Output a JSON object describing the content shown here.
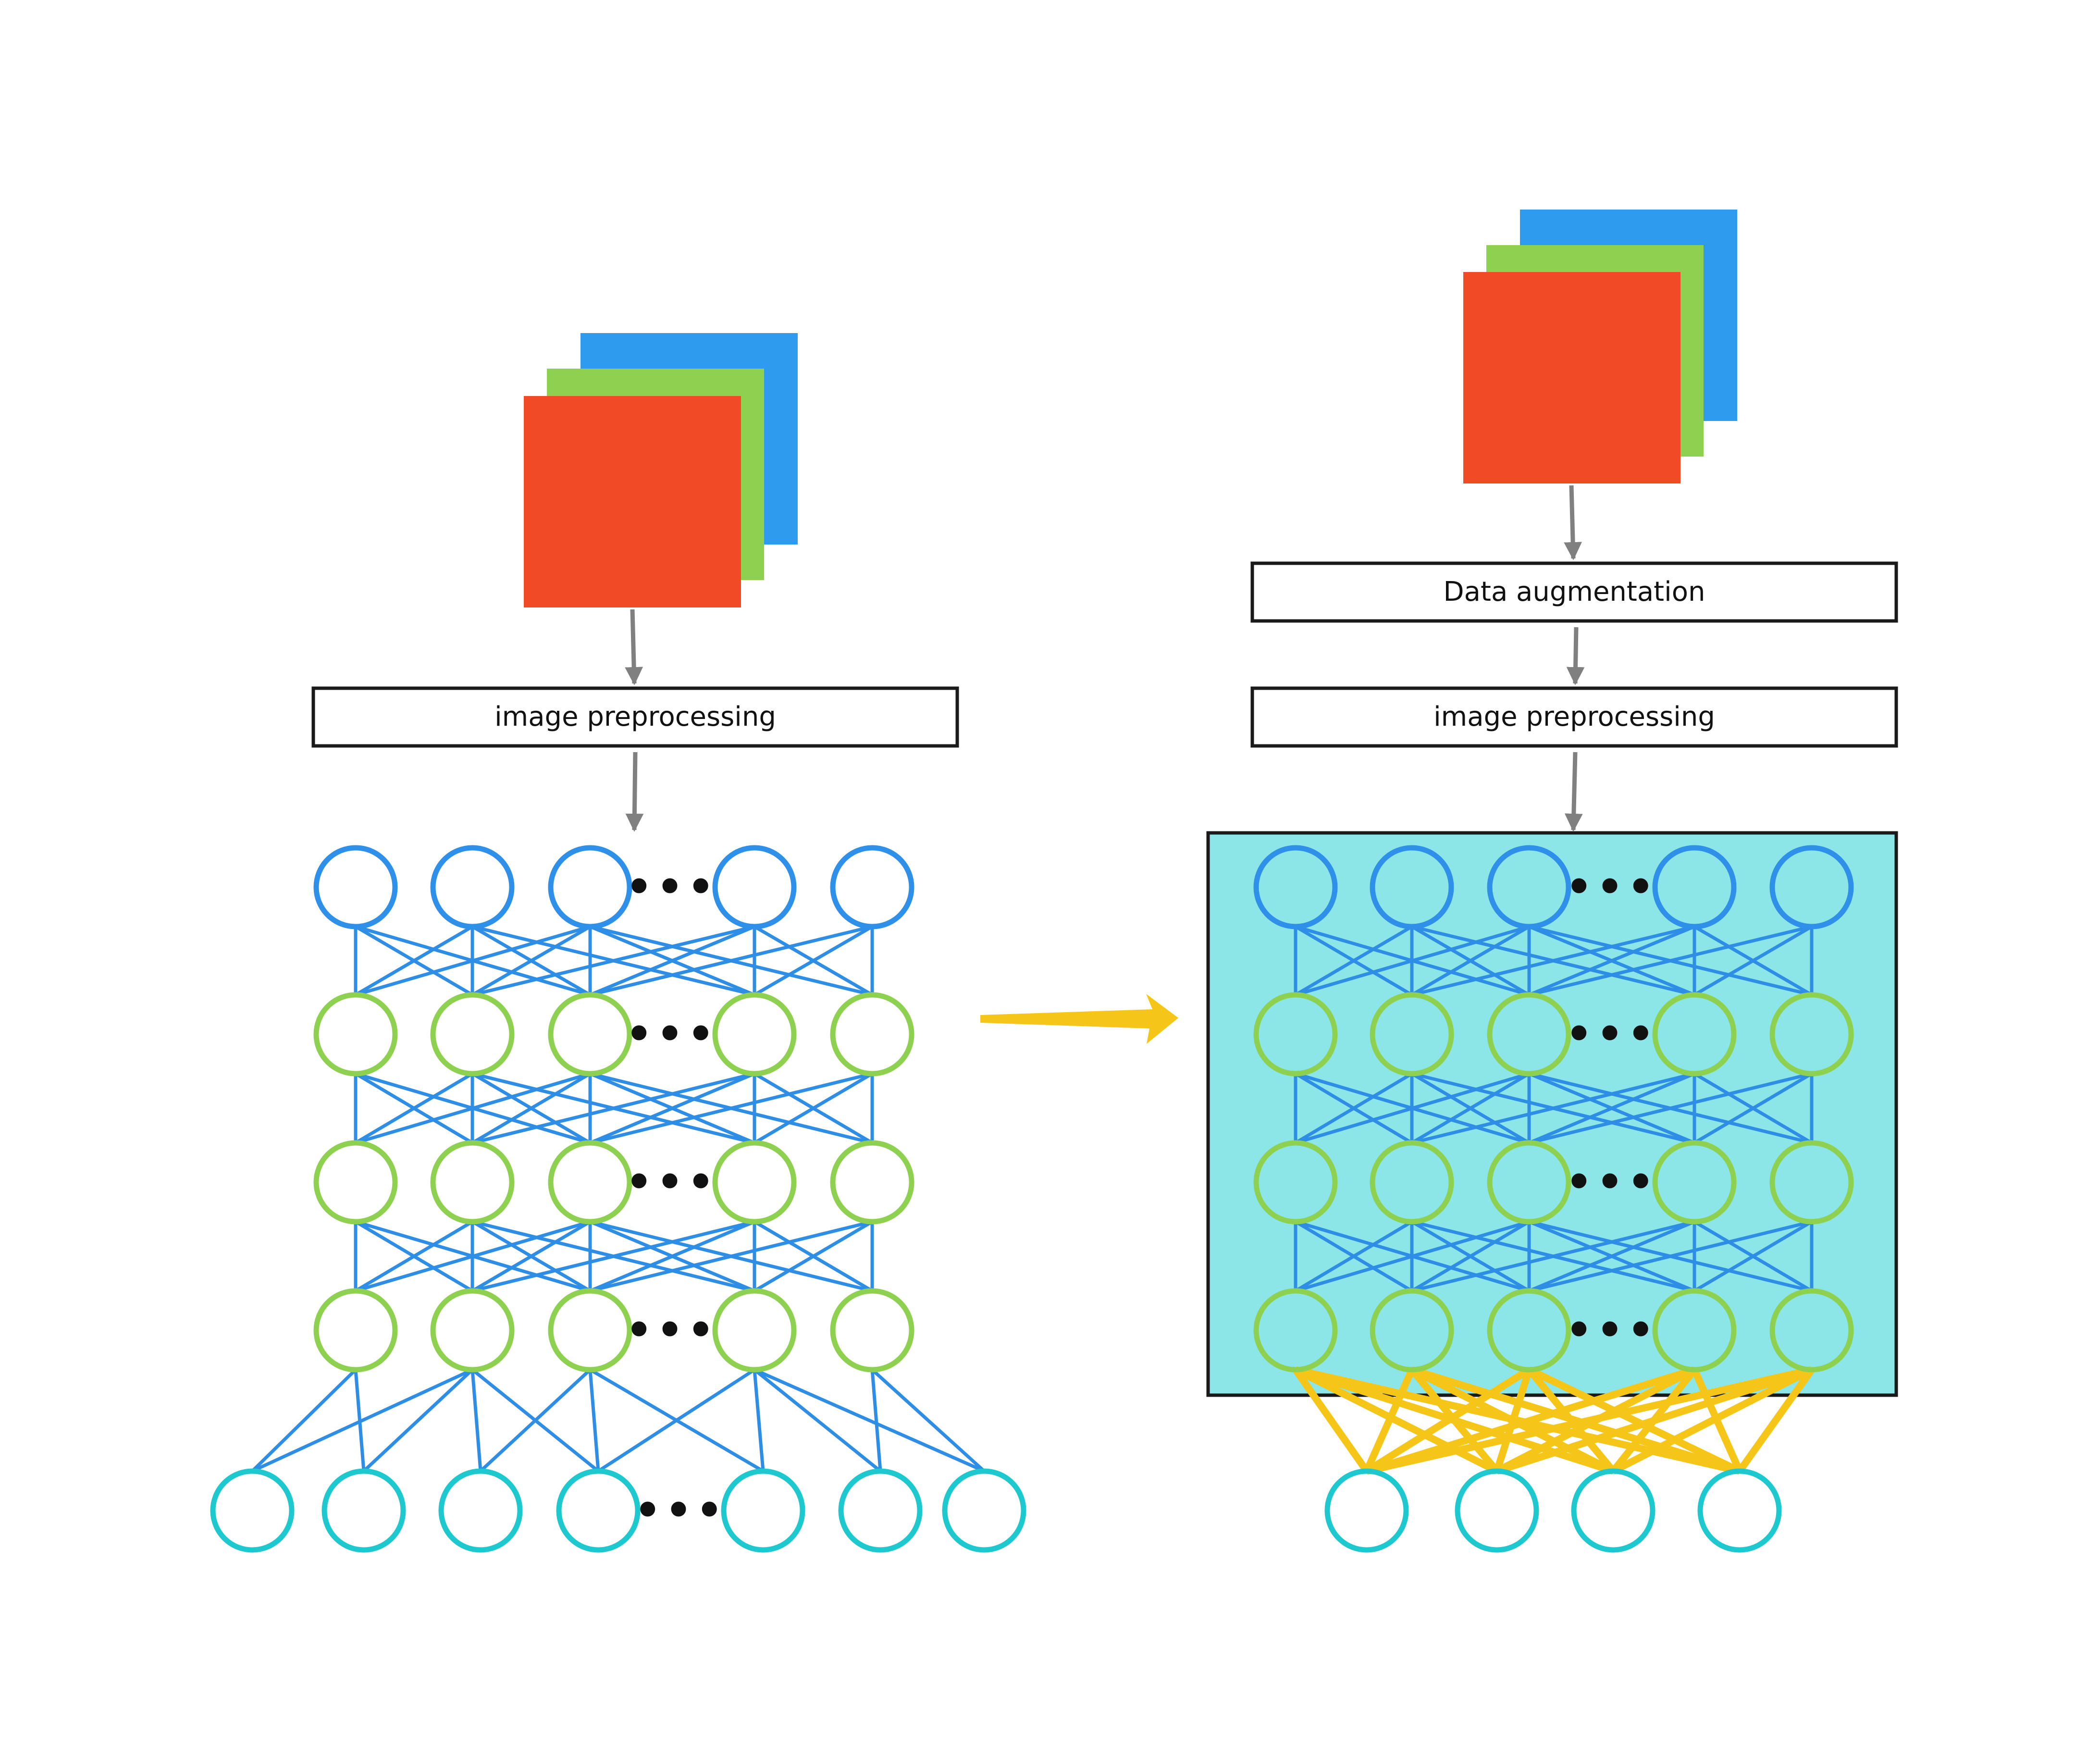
{
  "colors": {
    "background": "#ffffff",
    "channel_blue": "#2E9BEF",
    "channel_green": "#8ED150",
    "channel_red": "#F04A27",
    "neuron_input": "#2E90E8",
    "neuron_hidden": "#8ED150",
    "neuron_output": "#1DC8CF",
    "connection": "#2E8EE6",
    "trainable_connection": "#F5C518",
    "transfer_arrow": "#F5C518",
    "flow_arrow": "#808080",
    "frozen_region_fill": "#8CE6E8",
    "box_stroke": "#1a1a1a"
  },
  "left_pipeline": {
    "input_image": {
      "icon": "rgb-image-stack-icon"
    },
    "steps": [
      "image preprocessing"
    ],
    "network": {
      "hidden_layers": 4,
      "neurons_per_layer": 5,
      "output_neurons": 7,
      "ellipsis": "•••"
    }
  },
  "right_pipeline": {
    "input_image": {
      "icon": "rgb-image-stack-icon"
    },
    "steps": [
      "Data augmentation",
      "image preprocessing"
    ],
    "network": {
      "hidden_layers": 4,
      "neurons_per_layer": 5,
      "output_neurons": 4,
      "ellipsis": "•••"
    }
  },
  "transfer_arrow": {
    "icon": "arrow-right-icon"
  }
}
